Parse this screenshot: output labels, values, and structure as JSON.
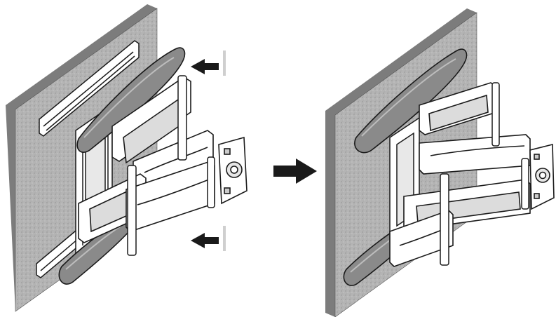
{
  "figure": {
    "panels": [
      {
        "id": "before",
        "state": "arms extended, cover detached"
      },
      {
        "id": "after",
        "state": "arms folded, cover installed"
      }
    ],
    "arrows": {
      "push_arrows": [
        "push-arrow-upper",
        "push-arrow-lower"
      ],
      "transition_arrow": "right-arrow"
    },
    "colors": {
      "wall": "#a8a8a8",
      "wall_side": "#7c7c7c",
      "cover": "#8a8a8a",
      "line": "#1a1a1a",
      "metal": "#ffffff",
      "arrow": "#1a1a1a"
    }
  }
}
